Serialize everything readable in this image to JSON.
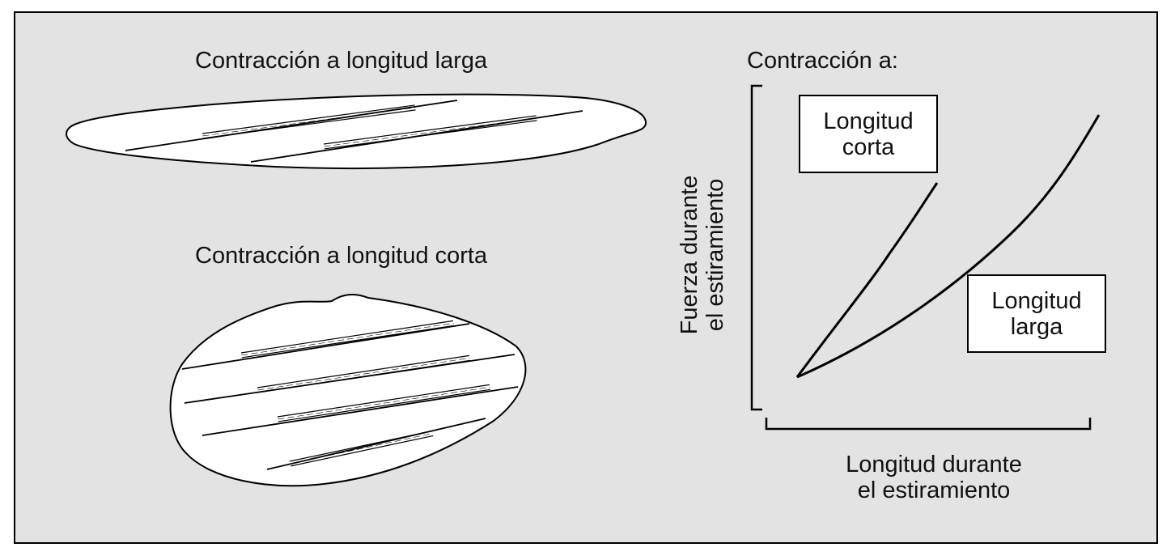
{
  "diagram": {
    "long_muscle_caption": "Contracción a longitud larga",
    "short_muscle_caption": "Contracción a longitud corta",
    "graph_title": "Contracción a:",
    "curve_short_label": [
      "Longitud",
      "corta"
    ],
    "curve_long_label": [
      "Longitud",
      "larga"
    ],
    "y_axis_label": [
      "Fuerza durante",
      "el estiramiento"
    ],
    "x_axis_label": [
      "Longitud durante",
      "el estiramiento"
    ]
  }
}
